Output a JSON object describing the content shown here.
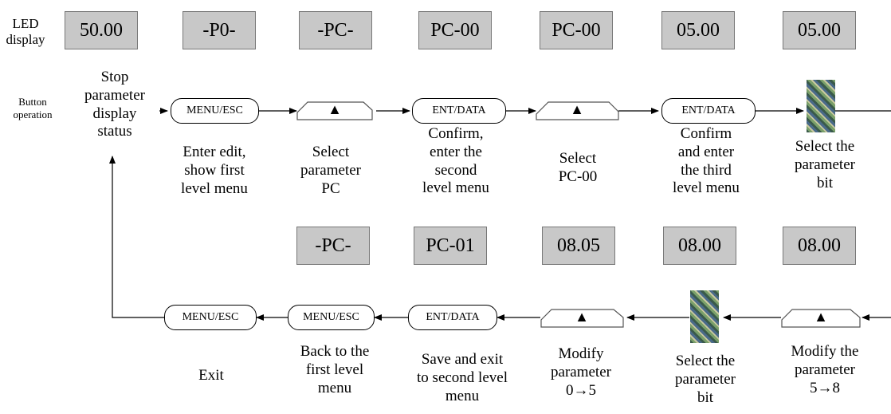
{
  "row_labels": {
    "led": "LED\ndisplay",
    "button": "Button\noperation"
  },
  "top_led": [
    "50.00",
    "-P0-",
    "-PC-",
    "PC-00",
    "PC-00",
    "05.00",
    "05.00"
  ],
  "bottom_led": [
    "-PC-",
    "PC-01",
    "08.05",
    "08.00",
    "08.00"
  ],
  "status": "Stop\nparameter\ndisplay\nstatus",
  "top_buttons": [
    "MENU/ESC",
    "ENT/DATA",
    "ENT/DATA"
  ],
  "bottom_buttons": [
    "MENU/ESC",
    "MENU/ESC",
    "ENT/DATA"
  ],
  "top_captions": [
    "Enter edit,\nshow first\nlevel menu",
    "Select\nparameter\nPC",
    "Confirm,\nenter the\nsecond\nlevel menu",
    "Select\nPC-00",
    "Confirm\nand enter\nthe third\nlevel menu",
    "Select the\nparameter\nbit"
  ],
  "bottom_captions": [
    "Exit",
    "Back to the\nfirst level\nmenu",
    "Save and exit\nto second level\nmenu",
    "Modify\nparameter\n0→5",
    "Select the\nparameter\nbit",
    "Modify the\nparameter\n5→8"
  ],
  "up_key_symbol": "▲"
}
